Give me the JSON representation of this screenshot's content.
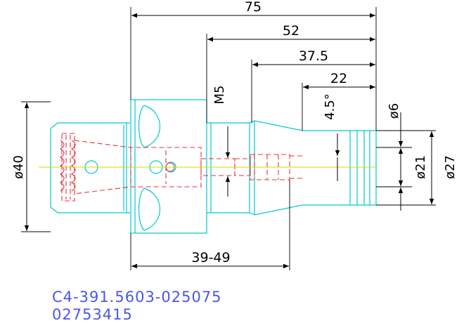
{
  "dimensions": {
    "total_length": "75",
    "length_52": "52",
    "length_37_5": "37.5",
    "length_22": "22",
    "angle": "4.5°",
    "thread": "M5",
    "dia_40": "ø40",
    "dia_6": "ø6",
    "dia_21": "ø21",
    "dia_27": "ø27",
    "range_39_49": "39-49"
  },
  "part": {
    "code": "C4-391.5603-025075",
    "number": "02753415"
  },
  "colors": {
    "outline": "#00c8d2",
    "hidden": "#e8323c",
    "centerline": "#d8d800",
    "dimension": "#000000",
    "text": "#4a56e8"
  }
}
